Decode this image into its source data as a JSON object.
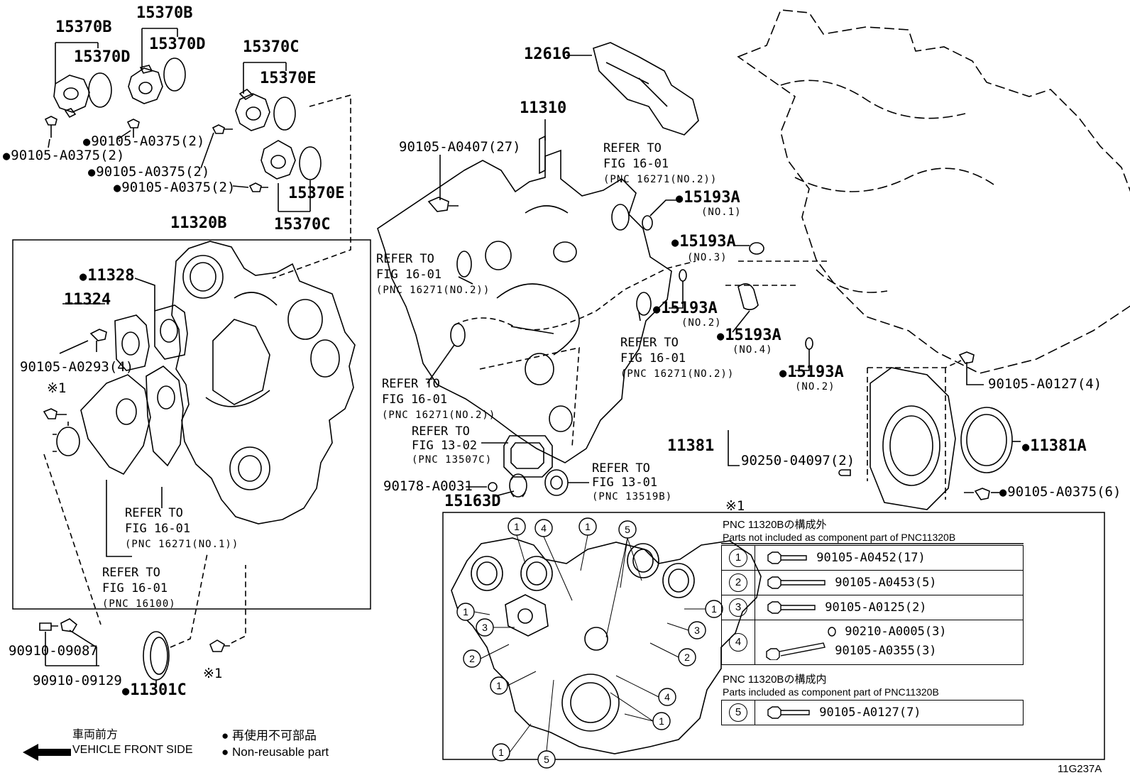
{
  "labels": {
    "p15370B_a": "15370B",
    "p15370D_a": "15370D",
    "p15370B_b": "15370B",
    "p15370D_b": "15370D",
    "p15370C_a": "15370C",
    "p15370E_a": "15370E",
    "p15370E_b": "15370E",
    "p15370C_b": "15370C",
    "b90105_A0375_1": "90105-A0375(2)",
    "b90105_A0375_2": "90105-A0375(2)",
    "b90105_A0375_3": "90105-A0375(2)",
    "b90105_A0375_4": "90105-A0375(2)",
    "p11320B": "11320B",
    "p11328": "11328",
    "p11324": "11324",
    "b90105_A0293": "90105-A0293(4)",
    "star1_a": "※1",
    "star1_b": "※1",
    "star1_c": "※1",
    "p90910_09087": "90910-09087",
    "p90910_09129": "90910-09129",
    "p11301C": "11301C",
    "p12616": "12616",
    "p11310": "11310",
    "b90105_A0407": "90105-A0407(27)",
    "p15193A_1": "15193A",
    "no1": "(NO.1)",
    "p15193A_3": "15193A",
    "no3": "(NO.3)",
    "p15193A_2a": "15193A",
    "no2a": "(NO.2)",
    "p15193A_4": "15193A",
    "no4": "(NO.4)",
    "p15193A_2b": "15193A",
    "no2b": "(NO.2)",
    "b90105_A0127_4": "90105-A0127(4)",
    "p11381": "11381",
    "b90250_04097": "90250-04097(2)",
    "p11381A": "11381A",
    "b90105_A0375_6": "90105-A0375(6)",
    "b90178_A0031": "90178-A0031",
    "p15163D": "15163D",
    "fig_code": "11G237A"
  },
  "refs": {
    "r1": {
      "line1": "REFER TO",
      "line2": "FIG 16-01",
      "line3": "(PNC 16271(NO.2))"
    },
    "r2": {
      "line1": "REFER TO",
      "line2": "FIG 16-01",
      "line3": "(PNC 16271(NO.2))"
    },
    "r3": {
      "line1": "REFER TO",
      "line2": "FIG 16-01",
      "line3": "(PNC 16271(NO.2))"
    },
    "r4": {
      "line1": "REFER TO",
      "line2": "FIG 16-01",
      "line3": "(PNC 16271(NO.2))"
    },
    "r5": {
      "line1": "REFER TO",
      "line2": "FIG 13-02",
      "line3": "(PNC 13507C)"
    },
    "r6": {
      "line1": "REFER TO",
      "line2": "FIG 13-01",
      "line3": "(PNC 13519B)"
    },
    "r7": {
      "line1": "REFER TO",
      "line2": "FIG 16-01",
      "line3": "(PNC 16271(NO.1))"
    },
    "r8": {
      "line1": "REFER TO",
      "line2": "FIG 16-01",
      "line3": "(PNC 16100)"
    }
  },
  "legend": {
    "excluded_jp": "PNC 11320Bの構成外",
    "excluded_en": "Parts not included as component part of PNC11320B",
    "included_jp": "PNC 11320Bの構成内",
    "included_en": "Parts included as component part of PNC11320B",
    "rows": [
      {
        "num": "1",
        "part": "90105-A0452(17)"
      },
      {
        "num": "2",
        "part": "90105-A0453(5)"
      },
      {
        "num": "3",
        "part": "90105-A0125(2)"
      },
      {
        "num": "4",
        "part": "90210-A0005(3)",
        "part2": "90105-A0355(3)"
      },
      {
        "num": "5",
        "part": "90105-A0127(7)"
      }
    ]
  },
  "footer": {
    "front_jp": "車両前方",
    "front_en": "VEHICLE FRONT SIDE",
    "nonreuse_jp": "再使用不可部品",
    "nonreuse_en": "Non-reusable part"
  },
  "callouts": [
    "1",
    "4",
    "1",
    "5",
    "1",
    "3",
    "2",
    "1",
    "1",
    "5",
    "1",
    "3",
    "2",
    "4",
    "1"
  ]
}
